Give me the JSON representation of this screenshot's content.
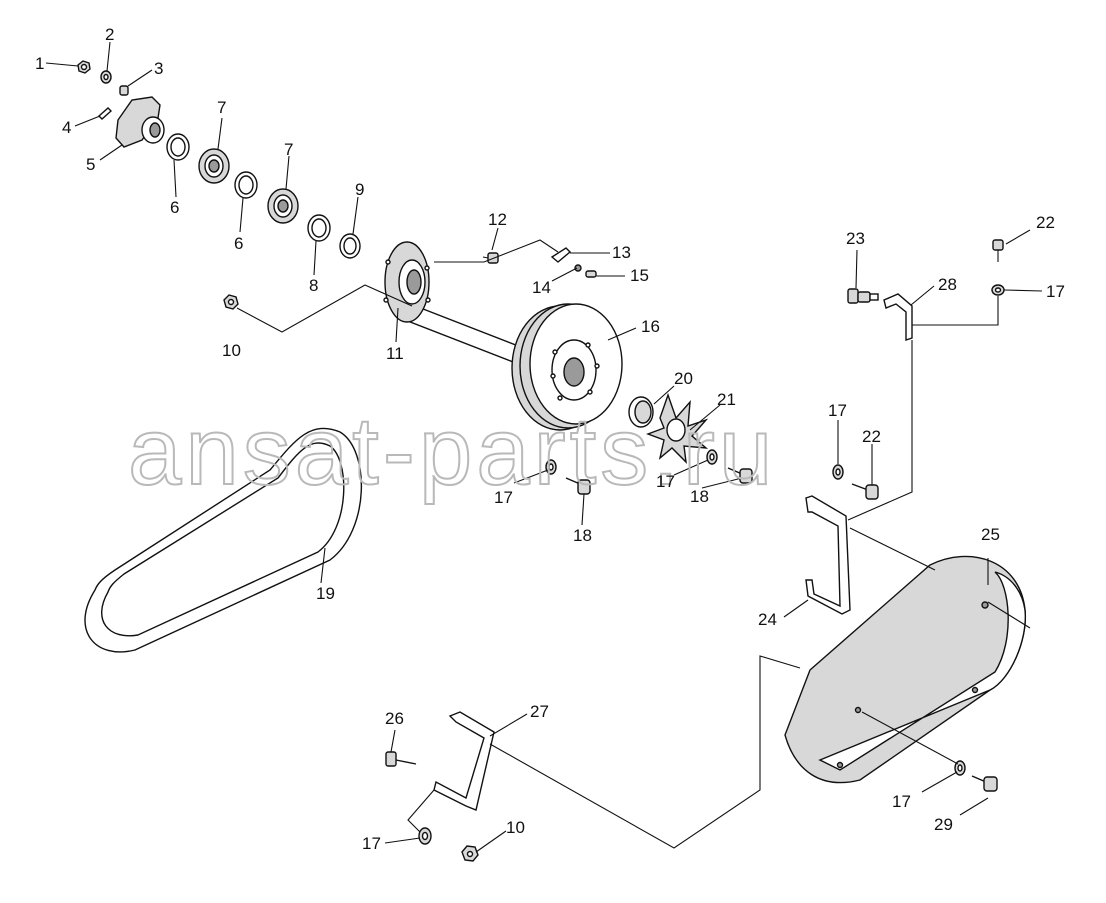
{
  "watermark": "ansat-parts.ru",
  "callouts": [
    {
      "id": "c1",
      "label": "1"
    },
    {
      "id": "c2",
      "label": "2"
    },
    {
      "id": "c3",
      "label": "3"
    },
    {
      "id": "c4",
      "label": "4"
    },
    {
      "id": "c5",
      "label": "5"
    },
    {
      "id": "c6a",
      "label": "6"
    },
    {
      "id": "c6b",
      "label": "6"
    },
    {
      "id": "c7a",
      "label": "7"
    },
    {
      "id": "c7b",
      "label": "7"
    },
    {
      "id": "c8",
      "label": "8"
    },
    {
      "id": "c9",
      "label": "9"
    },
    {
      "id": "c10a",
      "label": "10"
    },
    {
      "id": "c10b",
      "label": "10"
    },
    {
      "id": "c11",
      "label": "11"
    },
    {
      "id": "c12",
      "label": "12"
    },
    {
      "id": "c13",
      "label": "13"
    },
    {
      "id": "c14",
      "label": "14"
    },
    {
      "id": "c15",
      "label": "15"
    },
    {
      "id": "c16",
      "label": "16"
    },
    {
      "id": "c17a",
      "label": "17"
    },
    {
      "id": "c17b",
      "label": "17"
    },
    {
      "id": "c17c",
      "label": "17"
    },
    {
      "id": "c17d",
      "label": "17"
    },
    {
      "id": "c17e",
      "label": "17"
    },
    {
      "id": "c17f",
      "label": "17"
    },
    {
      "id": "c18a",
      "label": "18"
    },
    {
      "id": "c18b",
      "label": "18"
    },
    {
      "id": "c19",
      "label": "19"
    },
    {
      "id": "c20",
      "label": "20"
    },
    {
      "id": "c21",
      "label": "21"
    },
    {
      "id": "c22a",
      "label": "22"
    },
    {
      "id": "c22b",
      "label": "22"
    },
    {
      "id": "c23",
      "label": "23"
    },
    {
      "id": "c24",
      "label": "24"
    },
    {
      "id": "c25",
      "label": "25"
    },
    {
      "id": "c26",
      "label": "26"
    },
    {
      "id": "c27",
      "label": "27"
    },
    {
      "id": "c28",
      "label": "28"
    },
    {
      "id": "c29",
      "label": "29"
    }
  ]
}
